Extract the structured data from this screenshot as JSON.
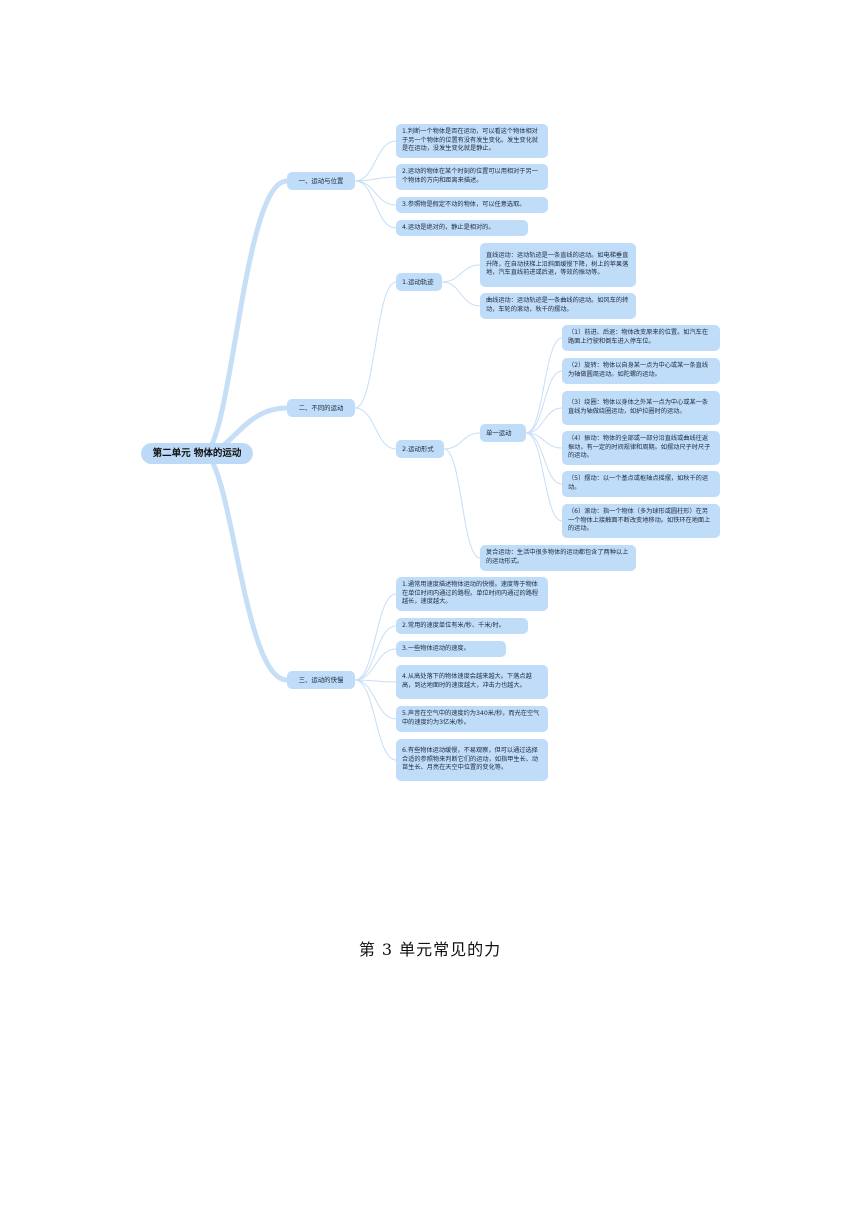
{
  "mindmap": {
    "root": "第二单元 物体的运动",
    "sections": [
      {
        "label": "一、运动与位置",
        "items": [
          "1.判断一个物体是否在运动，可以看这个物体相对于另一个物体的位置有没有发生变化。发生变化就是在运动，没发生变化就是静止。",
          "2.运动的物体在某个时刻的位置可以用相对于另一个物体的方向和距离来描述。",
          "3.参照物是假定不动的物体，可以任意选取。",
          "4.运动是绝对的，静止是相对的。"
        ]
      },
      {
        "label": "二、不同的运动",
        "groups": [
          {
            "label": "1.运动轨迹",
            "items": [
              "直线运动：运动轨迹是一条直线的运动。如电梯垂直升降，在自动扶梯上沿斜面缓慢下降，树上的苹果落地，汽车直线前进或后退，等效的振动等。",
              "曲线运动：运动轨迹是一条曲线的运动。如风车的转动，车轮的滚动，秋千的摆动。"
            ]
          },
          {
            "label": "2.运动形式",
            "single": {
              "label": "单一运动",
              "items": [
                "（1）前进、后退：物体改变原来的位置。如汽车在路面上行驶和倒车进入停车位。",
                "（2）旋转：物体以自身某一点为中心或某一条直线为轴做圆周运动。如陀螺的运动。",
                "（3）绕圈：物体以身体之外某一点为中心或某一条直线为轴做绕圈运动，如护拉圈时的运动。",
                "（4）振动：物体的全部或一部分沿直线或曲线往返振动，有一定的时间规律和周期。如摆动尺子时尺子的运动。",
                "（5）摆动：以一个基点或枢轴点摇摆，如秋千的运动。",
                "（6）滚动：指一个物体（多为球形或圆柱形）在另一个物体上接触面不断改变地移动。如铁环在地面上的运动。"
              ]
            },
            "compound": "复合运动：生活中很多物体的运动都包含了两种以上的运动形式。"
          }
        ]
      },
      {
        "label": "三、运动的快慢",
        "items": [
          "1.通常用速度描述物体运动的快慢。速度等于物体在单位时间内通过的路程。单位时间内通过的路程越长，速度越大。",
          "2.常用的速度单位有米/秒、千米/时。",
          "3.一些物体运动的速度。",
          "4.从高处落下的物体速度会越来越大。下落点越高，到达地面时的速度越大，冲击力也越大。",
          "5.声音在空气中的速度约为340米/秒，而光在空气中的速度约为3亿米/秒。",
          "6.有些物体运动缓慢，不易观察，但可以通过选择合适的参照物来判断它们的运动，如指甲生长、动苗生长、月亮在天空中位置的变化等。"
        ]
      }
    ]
  },
  "footer": {
    "title": "第 3 单元常见的力"
  },
  "colors": {
    "node_fill": "#bfdcf9",
    "branch_line": "#c6def6",
    "text": "#1f2a3a"
  }
}
